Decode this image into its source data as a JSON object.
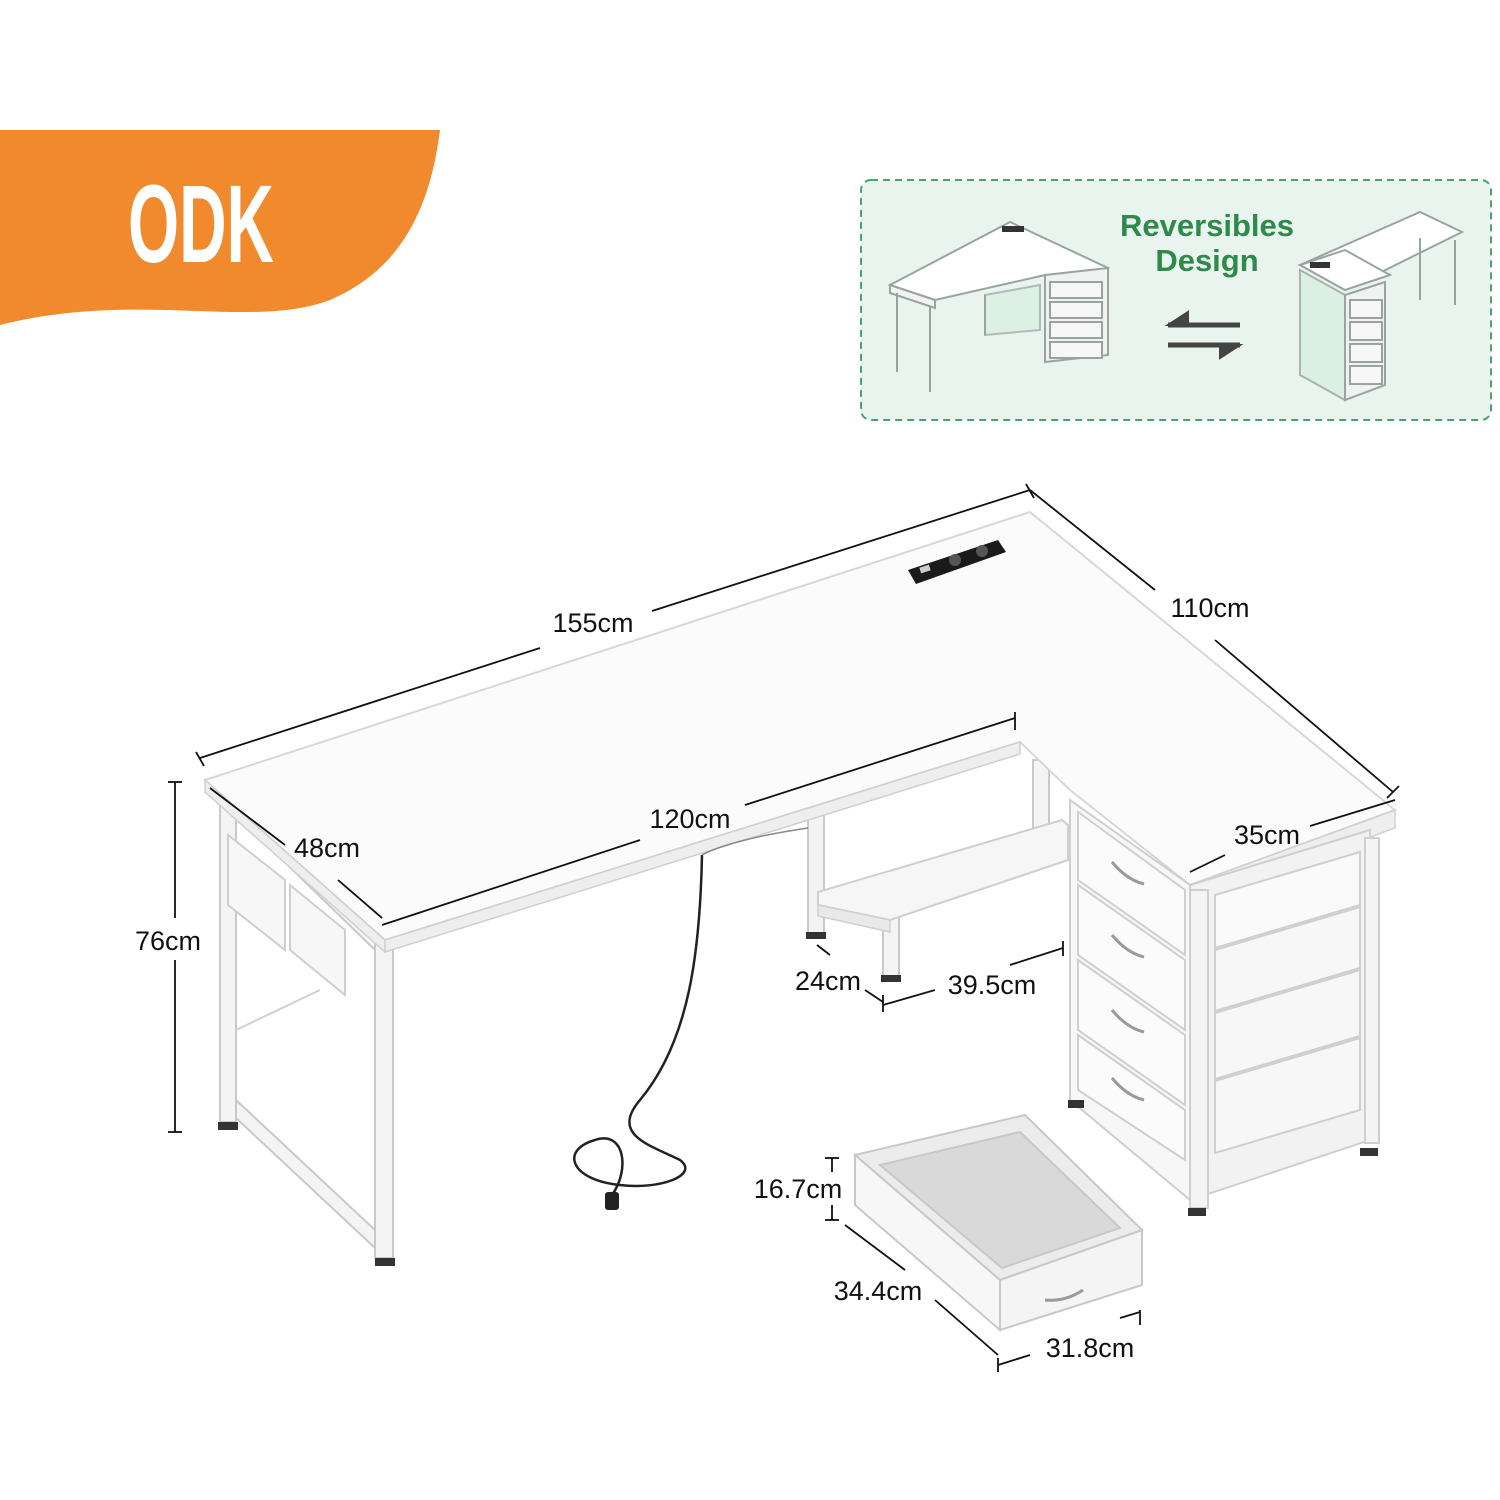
{
  "brand": {
    "logo_text": "ODK",
    "banner_color": "#f08a2c"
  },
  "reversible": {
    "line1": "Reversibles",
    "line2": "Design",
    "title_color": "#2e8a4b",
    "panel_bg": "#e9f4ee",
    "border_color": "#49a36b",
    "swap_icon": "swap-arrows-icon"
  },
  "dimensions": {
    "top_length": "155cm",
    "side_length": "110cm",
    "inner_length": "120cm",
    "depth": "48cm",
    "height": "76cm",
    "cabinet_depth": "35cm",
    "shelf_height": "24cm",
    "shelf_width": "39.5cm",
    "drawer_height": "16.7cm",
    "drawer_length": "34.4cm",
    "drawer_width": "31.8cm"
  }
}
